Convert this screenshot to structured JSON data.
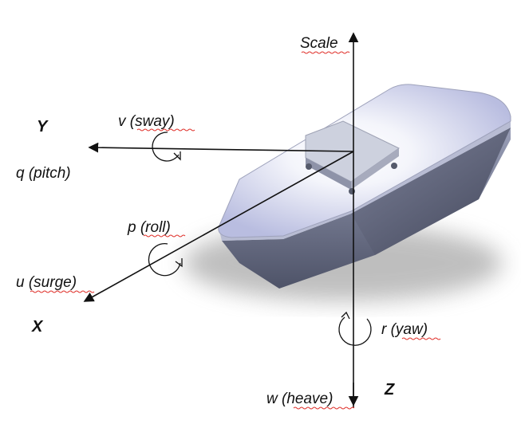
{
  "labels": {
    "scale": "Scale",
    "y_axis": "Y",
    "x_axis": "X",
    "z_axis": "Z",
    "sway": "v (sway)",
    "pitch": "q (pitch)",
    "roll": "p (roll)",
    "surge": "u (surge)",
    "yaw": "r (yaw)",
    "heave": "w (heave)"
  },
  "colors": {
    "line": "#111111",
    "underline": "#e0312b",
    "hull_top": "#d8dcf0",
    "hull_side": "#6f7490",
    "platform": "#c9cdd9"
  }
}
